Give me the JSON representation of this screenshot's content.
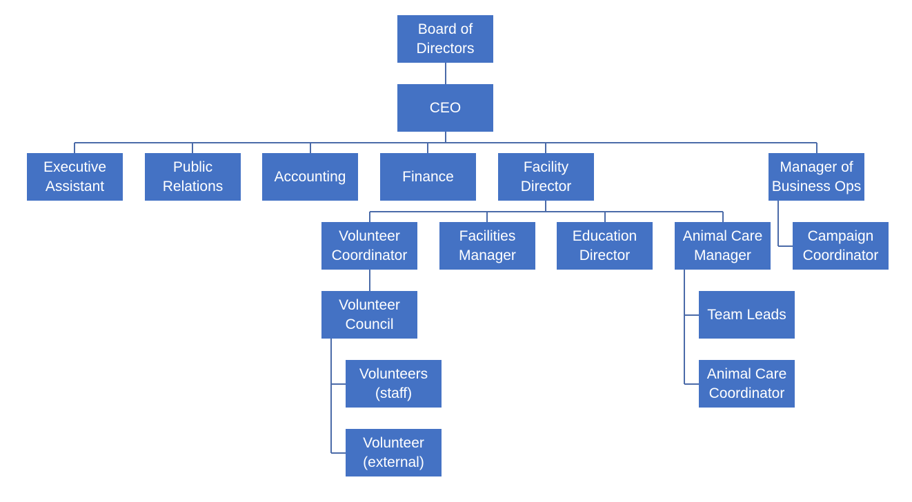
{
  "nodes": {
    "board": "Board of\nDirectors",
    "ceo": "CEO",
    "executive_assistant": "Executive\nAssistant",
    "public_relations": "Public\nRelations",
    "accounting": "Accounting",
    "finance": "Finance",
    "facility_director": "Facility\nDirector",
    "manager_business_ops": "Manager of\nBusiness Ops",
    "volunteer_coordinator": "Volunteer\nCoordinator",
    "facilities_manager": "Facilities\nManager",
    "education_director": "Education\nDirector",
    "animal_care_manager": "Animal Care\nManager",
    "campaign_coordinator": "Campaign\nCoordinator",
    "volunteer_council": "Volunteer\nCouncil",
    "volunteers_staff": "Volunteers\n(staff)",
    "volunteer_external": "Volunteer\n(external)",
    "team_leads": "Team Leads",
    "animal_care_coordinator": "Animal Care\nCoordinator"
  },
  "colors": {
    "box": "#4472C4",
    "line": "#4a6aa8"
  }
}
